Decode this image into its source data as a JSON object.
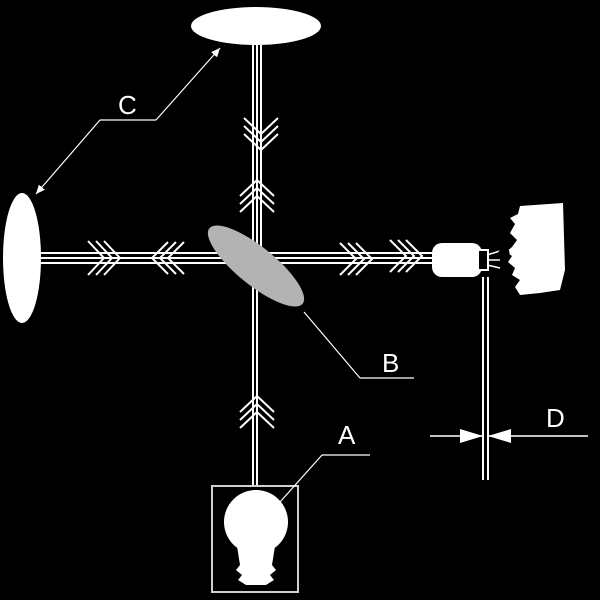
{
  "labels": {
    "a": "A",
    "b": "B",
    "c": "C",
    "d": "D"
  },
  "colors": {
    "background": "#000000",
    "foreground": "#ffffff",
    "splitter": "#b3b3b3",
    "lamp_box": "#cfcfcf"
  },
  "icons": {
    "lamp": "light-bulb-icon",
    "eyepiece": "telescope-eyepiece-icon",
    "observer": "observer-face-icon"
  }
}
